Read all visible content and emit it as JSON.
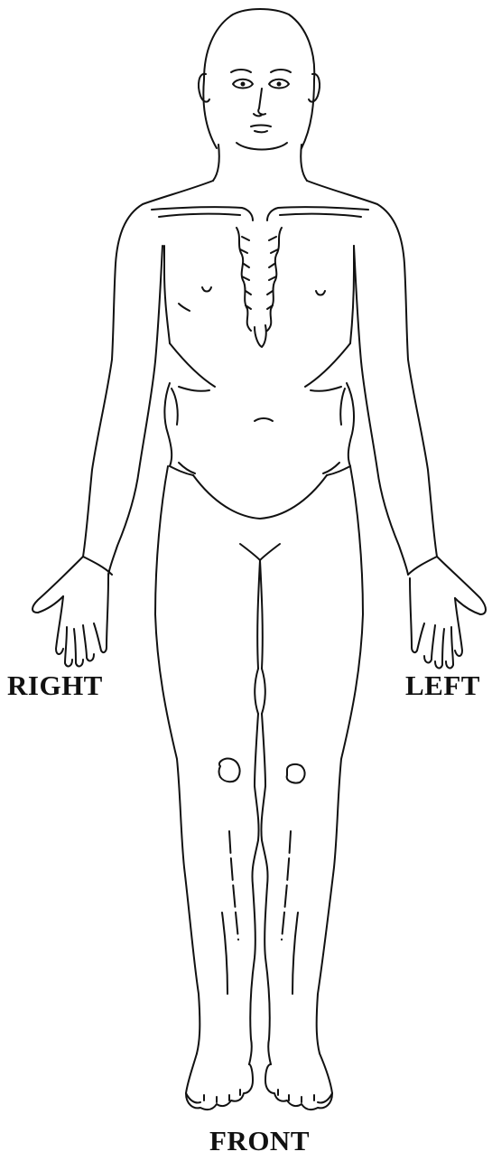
{
  "labels": {
    "right": "RIGHT",
    "left": "LEFT",
    "front": "FRONT"
  },
  "colors": {
    "line": "#111111",
    "background": "#ffffff"
  }
}
